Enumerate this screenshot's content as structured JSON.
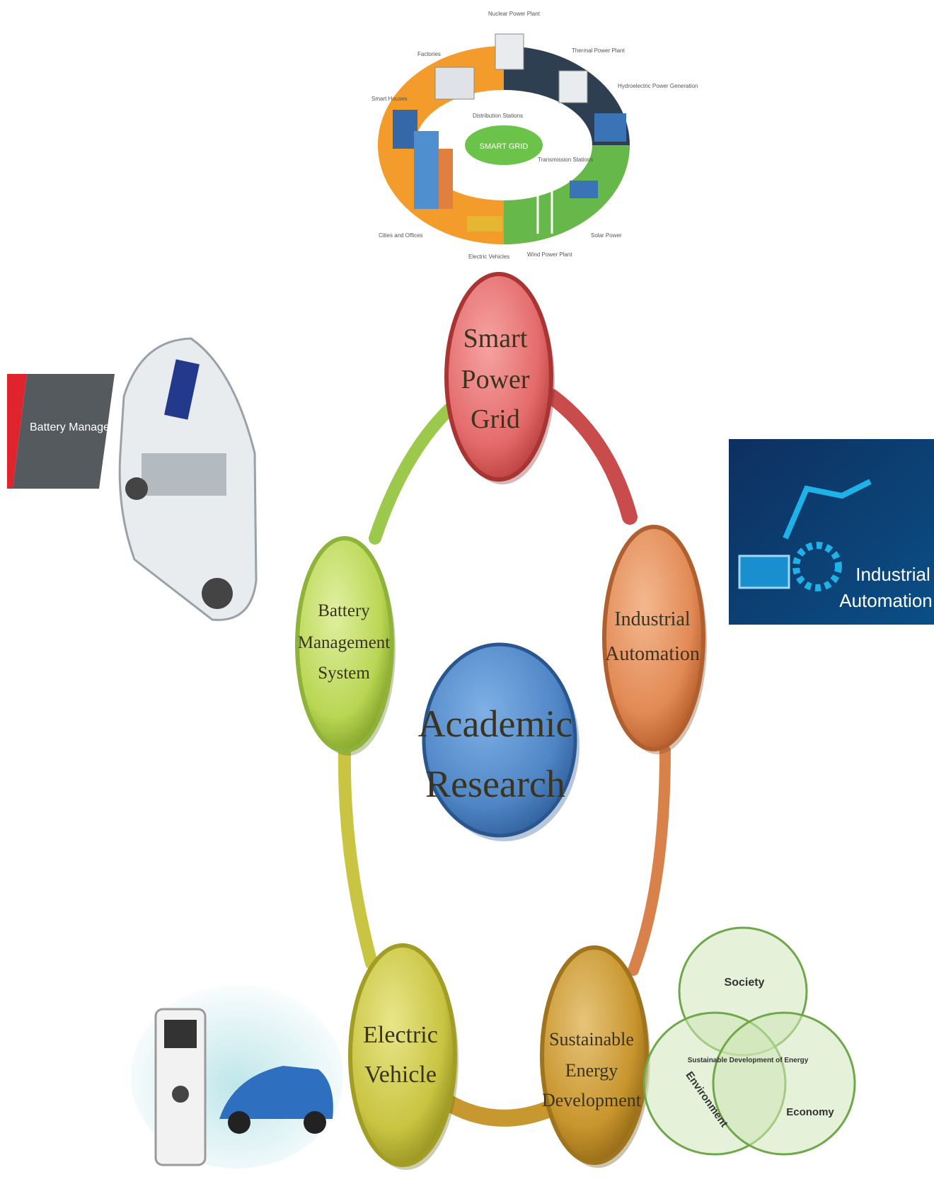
{
  "center": {
    "line1": "Academic",
    "line2": "Research",
    "color": "#4f86c6"
  },
  "nodes": {
    "smart_grid": {
      "lines": [
        "Smart",
        "Power",
        "Grid"
      ],
      "color": "#e46a6a"
    },
    "industrial": {
      "lines": [
        "Industrial",
        "Automation"
      ],
      "color": "#e28a55"
    },
    "sustainable": {
      "lines": [
        "Sustainable",
        "Energy",
        "Development"
      ],
      "color": "#c8952d"
    },
    "ev": {
      "lines": [
        "Electric",
        "Vehicle"
      ],
      "color": "#c9c441"
    },
    "bms": {
      "lines": [
        "Battery",
        "Management",
        "System"
      ],
      "color": "#b9d654"
    }
  },
  "smart_grid_image": {
    "center_label": "SMART GRID",
    "labels": {
      "nuclear": "Nuclear Power Plant",
      "thermal": "Thermal Power Plant",
      "hydro": "Hydroelectric Power Generation",
      "factories": "Factories",
      "smart_houses": "Smart Houses",
      "distribution": "Distribution Stations",
      "transmission": "Transmission Stations",
      "cities": "Cities and Offices",
      "ev": "Electric Vehicles",
      "wind": "Wind Power Plant",
      "solar": "Solar Power"
    }
  },
  "bms_image": {
    "banner": "Battery Management Systems"
  },
  "industrial_image": {
    "line1": "Industrial",
    "line2": "Automation"
  },
  "venn": {
    "society": "Society",
    "environment": "Environment",
    "economy": "Economy",
    "center": "Sustainable Development of Energy"
  }
}
